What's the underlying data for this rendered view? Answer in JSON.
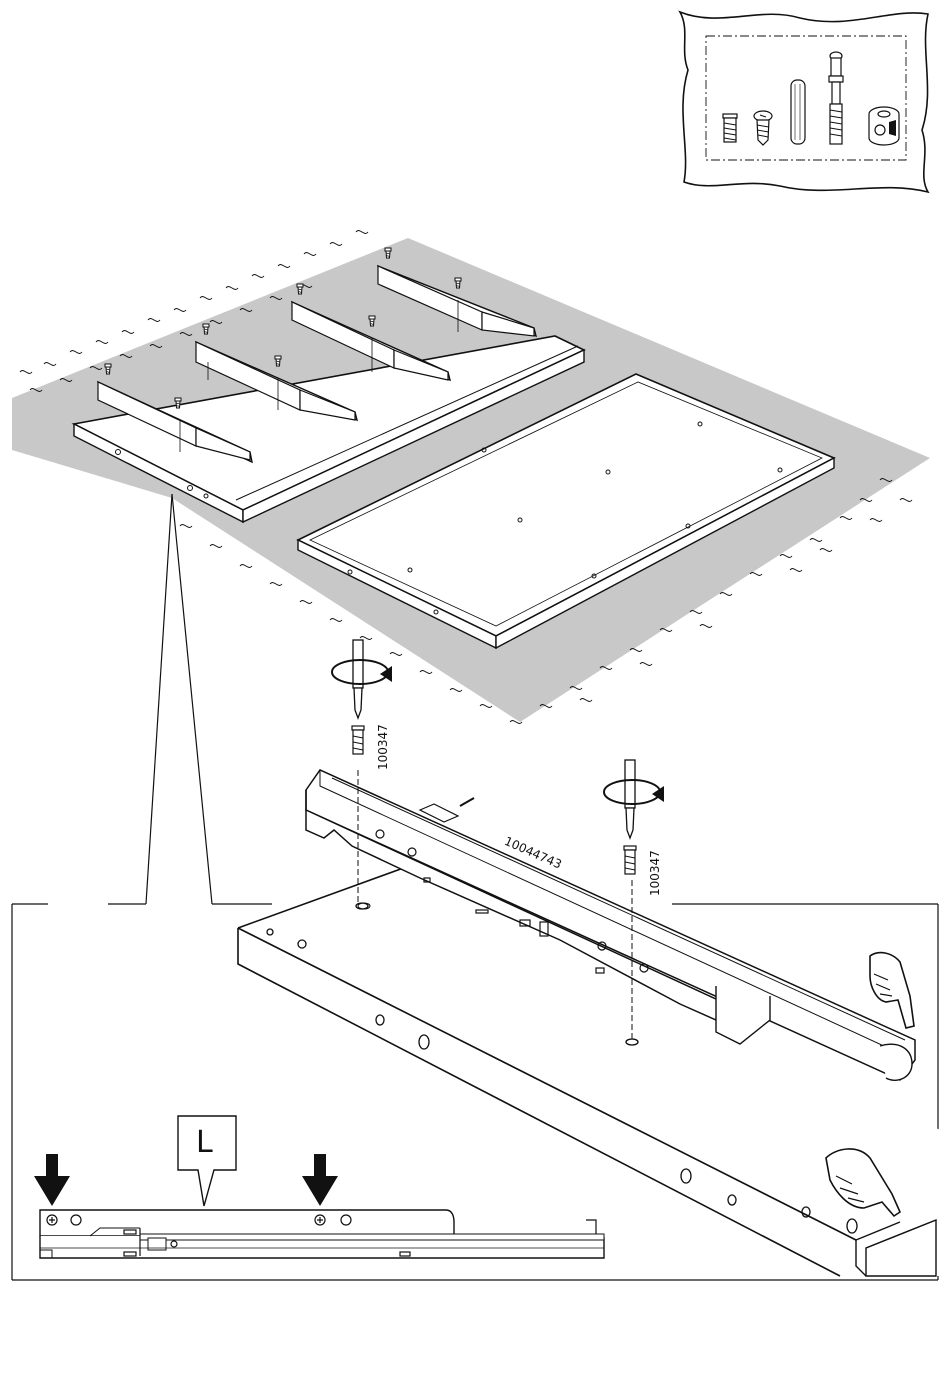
{
  "page": {
    "type": "assembly-instruction-step"
  },
  "parts_bag": {
    "parts": [
      {
        "icon": "screw-euro-icon"
      },
      {
        "icon": "screw-short-icon"
      },
      {
        "icon": "wood-dowel-icon"
      },
      {
        "icon": "cam-bolt-icon"
      },
      {
        "icon": "cam-lock-icon"
      }
    ]
  },
  "part_numbers": {
    "screw_left": "100347",
    "screw_right": "100347",
    "drawer_rail": "10044743"
  },
  "rail_detail": {
    "label": "L"
  },
  "colors": {
    "line": "#111111",
    "floor": "#c8c8c8",
    "panel": "#ffffff"
  }
}
